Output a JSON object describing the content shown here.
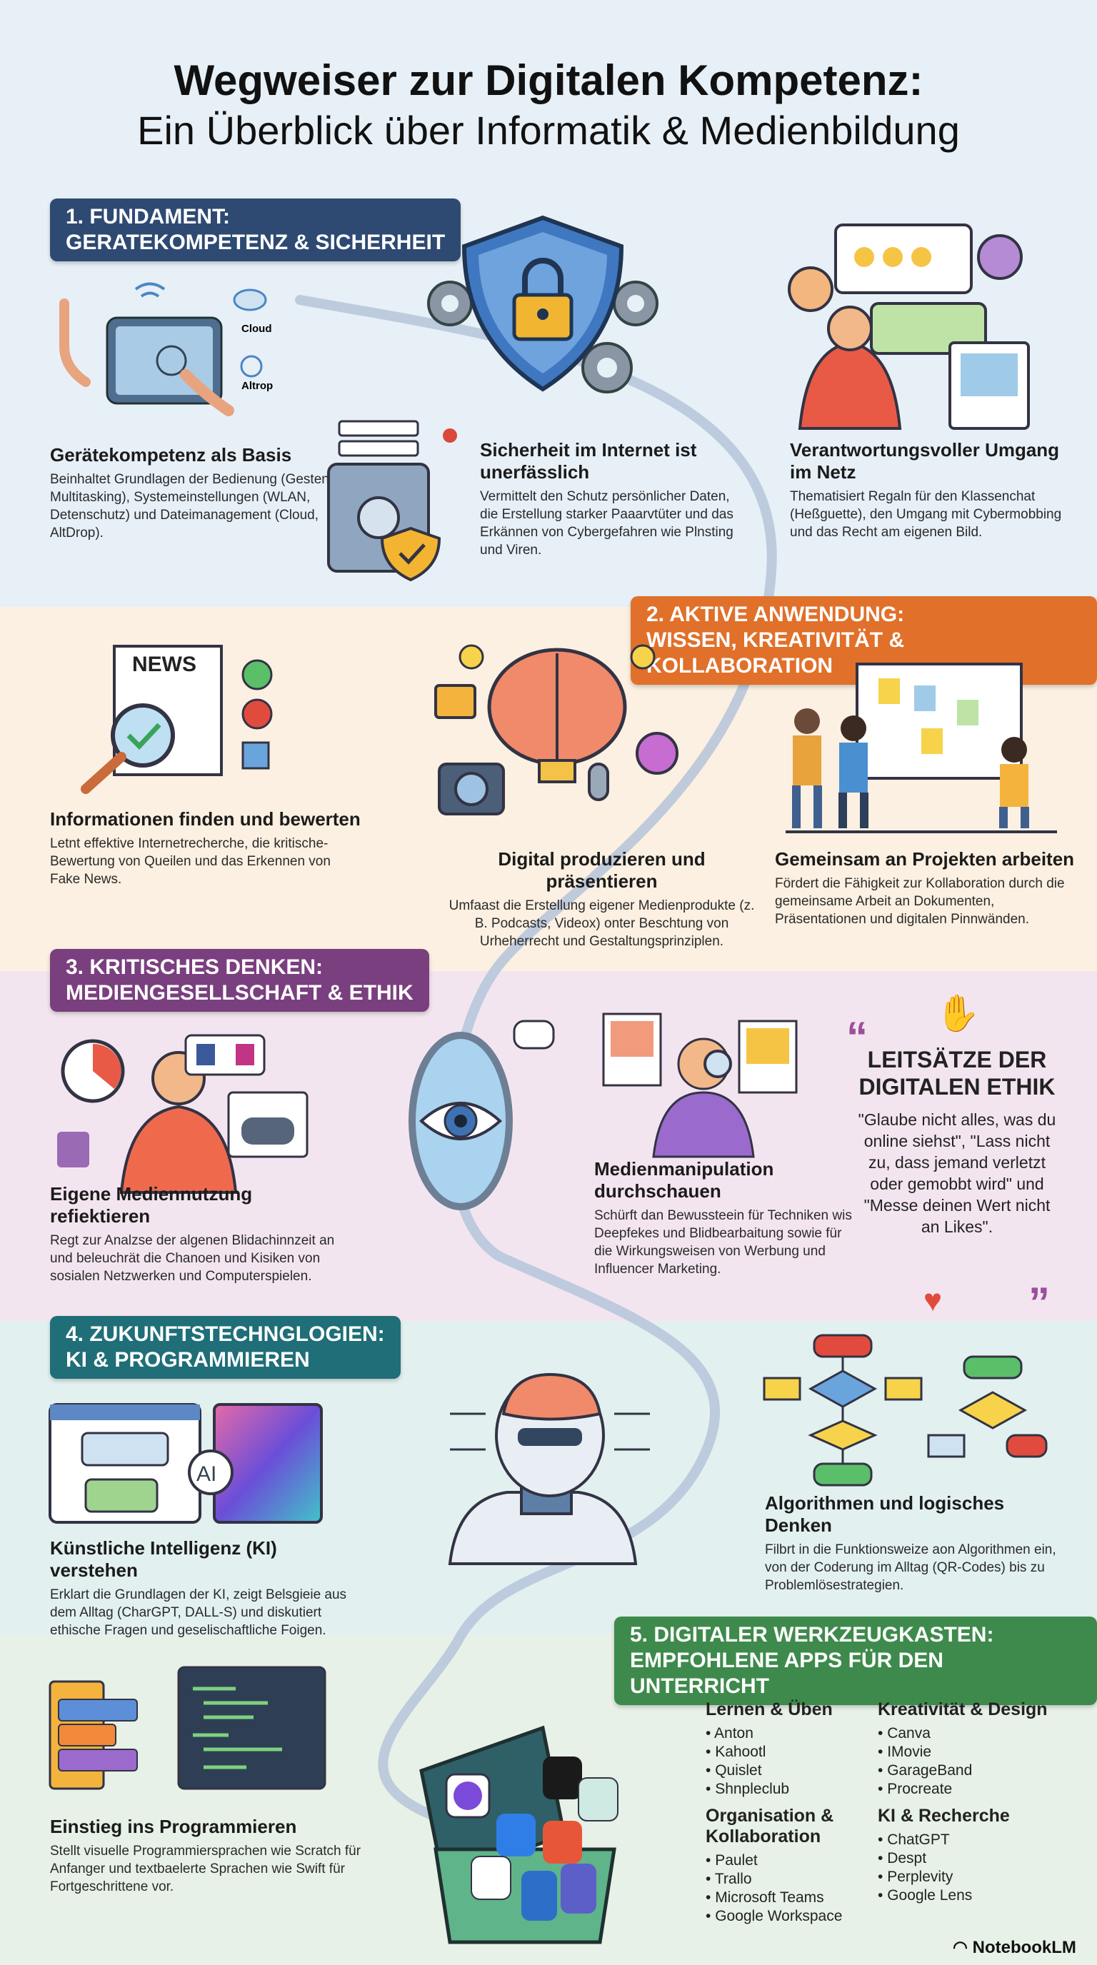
{
  "title": {
    "line1": "Wegweiser zur Digitalen Kompetenz:",
    "line2": "Ein Überblick über Informatik & Medienbildung"
  },
  "sections": [
    {
      "label_line1": "1. FUNDAMENT:",
      "label_line2": "GERATEKOMPETENZ & SICHERHEIT",
      "color": "#2e4a72",
      "cards": [
        {
          "title": "Gerätekompetenz als Basis",
          "text": "Beinhaltet Grundlagen der Bedienung (Gesten, Multitasking), Systemeinstellungen (WLAN, Detenschutz) und Dateimanagement (Cloud, AltDrop).",
          "icon_labels": [
            "Cloud",
            "Altrop"
          ]
        },
        {
          "title": "Sicherheit im Internet ist unerfässlich",
          "text": "Vermittelt den Schutz persönlicher Daten, die Erstellung starker Paaarvtüter und das Erkännen von Cybergefahren wie Plnsting und Viren."
        },
        {
          "title": "Verantwortungsvoller Umgang im Netz",
          "text": "Thematisiert Regaln für den Klassenchat (Heßguette), den Umgang mit Cybermobbing und das Recht am eigenen Bild."
        }
      ]
    },
    {
      "label_line1": "2. AKTIVE ANWENDUNG:",
      "label_line2": "WISSEN, KREATIVITÄT & KOLLABORATION",
      "color": "#e0702a",
      "cards": [
        {
          "title": "Informationen finden und bewerten",
          "text": "Letnt effektive Internetrecherche, die kritische-Bewertung von Queilen und das Erkennen von Fake News.",
          "icon_labels": [
            "NEWS"
          ]
        },
        {
          "title": "Digital produzieren und präsentieren",
          "text": "Umfaast die Erstellung eigener Medienprodukte (z. B. Podcasts, Videox) onter Beschtung von Urheherrecht und Gestaltungsprinziplen."
        },
        {
          "title": "Gemeinsam an Projekten arbeiten",
          "text": "Fördert die Fähigkeit zur Kollaboration durch die gemeinsame Arbeit an Dokumenten, Präsentationen und digitalen Pinnwänden."
        }
      ]
    },
    {
      "label_line1": "3. KRITISCHES DENKEN:",
      "label_line2": "MEDIENGESELLSCHAFT & ETHIK",
      "color": "#7a3f7e",
      "cards": [
        {
          "title": "Eigene Mediennutzung refiektieren",
          "text": "Regt zur Analzse der algenen Blidachinnzeit an und beleuchrät die Chanoen und Kisiken von sosialen Netzwerken und Computerspielen."
        },
        {
          "title": "Medienmanipulation durchschauen",
          "text": "Schürft dan Bewussteein für Techniken wis Deepfekes und Blidbearbaitung sowie für die Wirkungsweisen von Werbung und Influencer Marketing."
        }
      ],
      "quote": {
        "title": "LEITSÄTZE DER DIGITALEN ETHIK",
        "text": "\"Glaube nicht alles, was du online siehst\", \"Lass nicht zu, dass jemand verletzt oder gemobbt wird\" und \"Messe deinen Wert nicht an Likes\"."
      }
    },
    {
      "label_line1": "4. ZUKUNFTSTECHNGLOGIEN:",
      "label_line2": "KI & PROGRAMMIEREN",
      "color": "#1f6e78",
      "cards": [
        {
          "title": "Künstliche Intelligenz (KI) verstehen",
          "text": "Erklart die Grundlagen der KI, zeigt Belsgieie aus dem Alltag (CharGPT, DALL-S) und diskutiert ethische Fragen und geselischaftliche Foigen.",
          "icon_labels": [
            "AI"
          ]
        },
        {
          "title": "Algorithmen und logisches Denken",
          "text": "Filbrt in die Funktionsweize aon Algorithmen ein, von der Coderung im Alltag (QR-Codes) bis zu Problemlösestrategien."
        },
        {
          "title": "Einstieg ins Programmieren",
          "text": "Stellt visuelle Programmiersprachen wie Scratch für Anfanger und textbaelerte Sprachen wie Swift für Fortgeschrittene vor."
        }
      ]
    },
    {
      "label_line1": "5. DIGITALER WERKZEUGKASTEN:",
      "label_line2": "EMPFOHLENE APPS FÜR DEN UNTERRICHT",
      "color": "#3e8a4c",
      "lists": [
        {
          "title": "Lernen & Üben",
          "items": [
            "Anton",
            "Kahootl",
            "Quislet",
            "Shnpleclub"
          ]
        },
        {
          "title": "Kreativität & Design",
          "items": [
            "Canva",
            "IMovie",
            "GarageBand",
            "Procreate"
          ]
        },
        {
          "title": "Organisation & Kollaboration",
          "items": [
            "Paulet",
            "Trallo",
            "Microsoft Teams",
            "Google Workspace"
          ]
        },
        {
          "title": "KI & Recherche",
          "items": [
            "ChatGPT",
            "Despt",
            "Perplevity",
            "Google Lens"
          ]
        }
      ]
    }
  ],
  "footer": {
    "brand": "NotebookLM"
  }
}
